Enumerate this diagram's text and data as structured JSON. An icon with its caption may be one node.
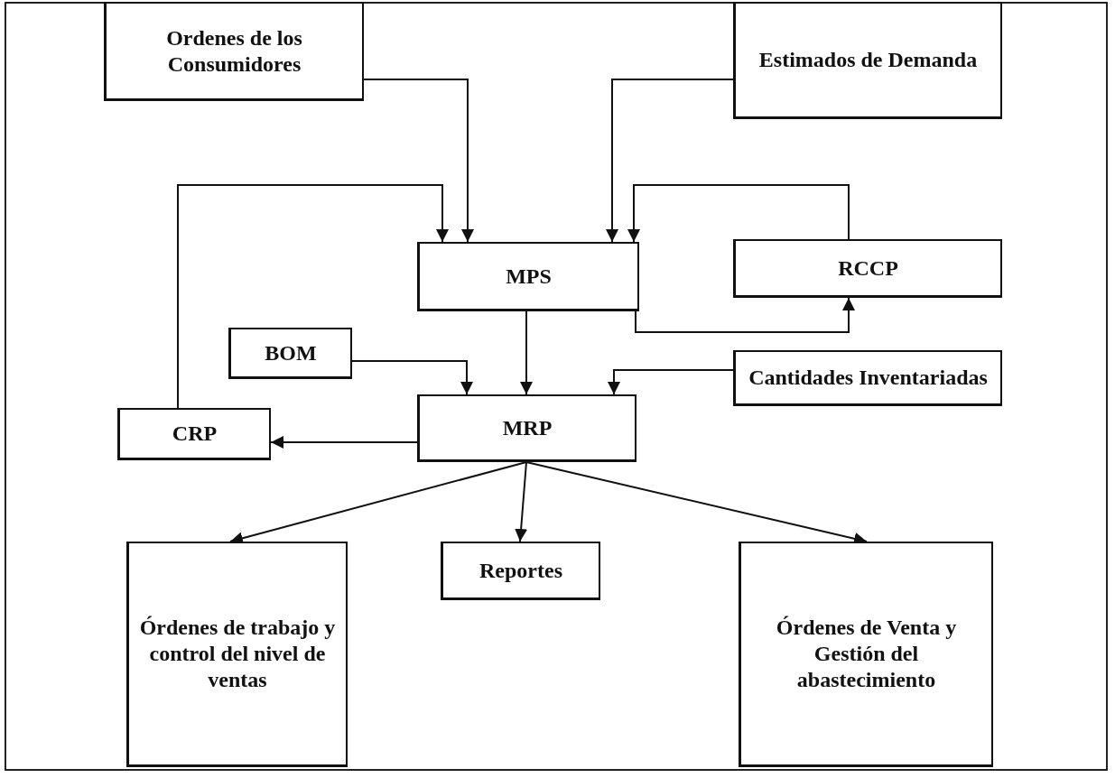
{
  "diagram": {
    "nodes": [
      {
        "text": [
          "Ordenes de los Consumidores"
        ]
      },
      {
        "text": [
          "Estimados de Demanda"
        ]
      },
      {
        "text": [
          "MPS"
        ]
      },
      {
        "text": [
          "RCCP"
        ]
      },
      {
        "text": [
          "BOM"
        ]
      },
      {
        "text": [
          "Cantidades Inventariadas"
        ]
      },
      {
        "text": [
          "CRP"
        ]
      },
      {
        "text": [
          "MRP"
        ]
      },
      {
        "text": [
          "Órdenes de trabajo y control del nivel de ventas"
        ]
      },
      {
        "text": [
          "Reportes"
        ]
      },
      {
        "text": [
          "Órdenes de Venta y Gestión del abastecimiento"
        ]
      }
    ],
    "edges": [
      {
        "from": 0,
        "to": 2,
        "arrow": "to"
      },
      {
        "from": 6,
        "to": 2,
        "arrow": "to"
      },
      {
        "from": 1,
        "to": 2,
        "arrow": "to"
      },
      {
        "from": 3,
        "to": 2,
        "arrow": "to"
      },
      {
        "from": 2,
        "to": 3,
        "arrow": "to"
      },
      {
        "from": 4,
        "to": 7,
        "arrow": "to"
      },
      {
        "from": 2,
        "to": 7,
        "arrow": "to"
      },
      {
        "from": 5,
        "to": 7,
        "arrow": "to"
      },
      {
        "from": 7,
        "to": 6,
        "arrow": "to"
      },
      {
        "from": 7,
        "to": 8,
        "arrow": "to"
      },
      {
        "from": 7,
        "to": 9,
        "arrow": "to"
      },
      {
        "from": 7,
        "to": 10,
        "arrow": "to"
      }
    ]
  }
}
